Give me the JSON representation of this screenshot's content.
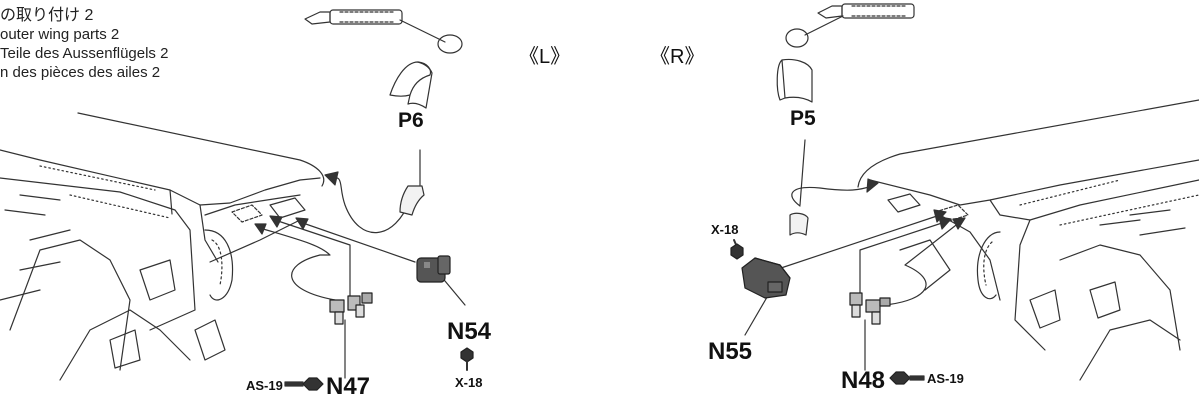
{
  "title": {
    "jp": "の取り付け 2",
    "en": "outer wing parts 2",
    "de": "Teile des Aussenflügels 2",
    "fr": "n des pièces des ailes 2"
  },
  "sides": {
    "left": "《L》",
    "right": "《R》"
  },
  "parts": {
    "p6": "P6",
    "p5": "P5",
    "n54": "N54",
    "n55": "N55",
    "n47": "N47",
    "n48": "N48"
  },
  "paints": {
    "x18_left": "X-18",
    "x18_right": "X-18",
    "as19_left": "AS-19",
    "as19_right": "AS-19"
  },
  "colors": {
    "line": "#333333",
    "part_fill": "#555555",
    "paint_dark": "#333333"
  }
}
